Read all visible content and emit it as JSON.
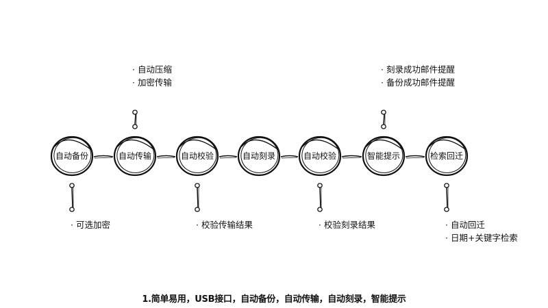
{
  "steps": [
    {
      "label": "自动备份"
    },
    {
      "label": "自动传输"
    },
    {
      "label": "自动校验"
    },
    {
      "label": "自动刻录"
    },
    {
      "label": "自动校验"
    },
    {
      "label": "智能提示"
    },
    {
      "label": "检索回迁"
    }
  ],
  "notes_top": [
    {
      "step": 1,
      "items": [
        "· 自动压缩",
        "· 加密传输"
      ]
    },
    {
      "step": 5,
      "items": [
        "· 刻录成功邮件提醒",
        "· 备份成功邮件提醒"
      ]
    }
  ],
  "notes_bottom": [
    {
      "step": 0,
      "items": [
        "· 可选加密"
      ]
    },
    {
      "step": 2,
      "items": [
        "· 校验传输结果"
      ]
    },
    {
      "step": 4,
      "items": [
        "· 校验刻录结果"
      ]
    },
    {
      "step": 6,
      "items": [
        "· 自动回迁",
        "· 日期+关键字检索"
      ]
    }
  ],
  "caption": "1.简单易用，USB接口，自动备份，自动传输，自动刻录，智能提示"
}
